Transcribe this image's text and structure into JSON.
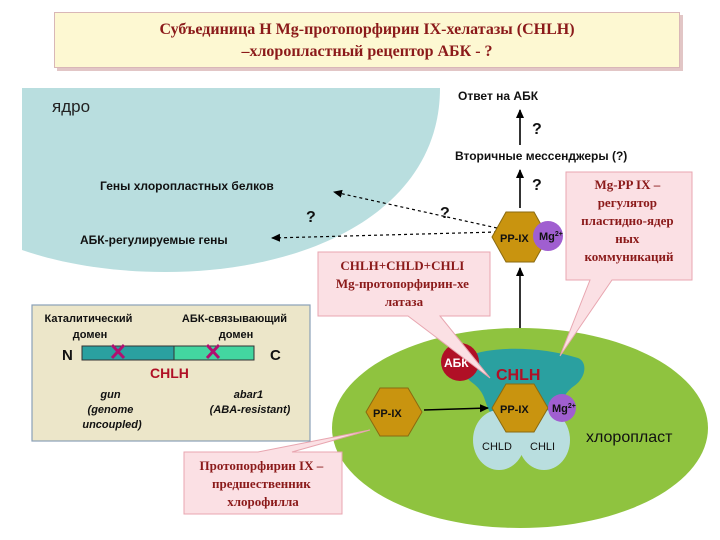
{
  "title": {
    "line1": "Субъединица H  Mg-протопорфирин IX-хелатазы (CHLH)",
    "line2": "–хлоропластный рецептор АБК - ?"
  },
  "nucleus": {
    "label": "ядро",
    "genes_chloroplast": "Гены хлоропластных белков",
    "genes_aba": "АБК-регулируемые гены",
    "question": "?"
  },
  "signals": {
    "response": "Ответ на АБК",
    "messengers": "Вторичные мессенджеры (?)",
    "q1": "?",
    "q2": "?",
    "q3": "?"
  },
  "top_complex": {
    "ppix": "PP-IX",
    "mg": "Mg",
    "mg_sup": "2+"
  },
  "callouts": {
    "chelatase": [
      "CHLH+CHLD+CHLI",
      "Mg-протопорфирин-хе",
      "латаза"
    ],
    "regulator": [
      "Mg-PP IX –",
      "регулятор",
      "пластидно-ядер",
      "ных",
      "коммуникаций"
    ],
    "precursor": [
      "Протопорфирин IX –",
      "предшественник",
      "хлорофилла"
    ]
  },
  "domain_diagram": {
    "catalytic": [
      "Каталитический",
      "домен"
    ],
    "aba_binding": [
      "АБК-связывающий",
      "домен"
    ],
    "n": "N",
    "c": "C",
    "protein": "CHLH",
    "mutant1": [
      "gun",
      "(genome",
      "uncoupled)"
    ],
    "mutant2": [
      "abar1",
      "(ABA-resistant)"
    ]
  },
  "chloroplast": {
    "label": "хлоропласт",
    "aba": "АБК",
    "chlh": "CHLH",
    "ppix_free": "PP-IX",
    "ppix_bound": "PP-IX",
    "mg": "Mg",
    "mg_sup": "2+",
    "chld": "CHLD",
    "chli": "CHLI"
  },
  "colors": {
    "title_text": "#8b1a1a",
    "title_bg": "#fdf8d2",
    "nucleus_fill": "#b9dedf",
    "chloroplast_fill": "#8fc33f",
    "chlh_fill": "#2aa0a0",
    "hexagon_fill": "#c9940f",
    "mg_fill": "#a05fd0",
    "aba_fill": "#b01026",
    "callout_fill": "#fbe0e4",
    "domain_left": "#2aa0a0",
    "domain_right": "#43d6a0",
    "mutation_mark": "#b01070"
  }
}
